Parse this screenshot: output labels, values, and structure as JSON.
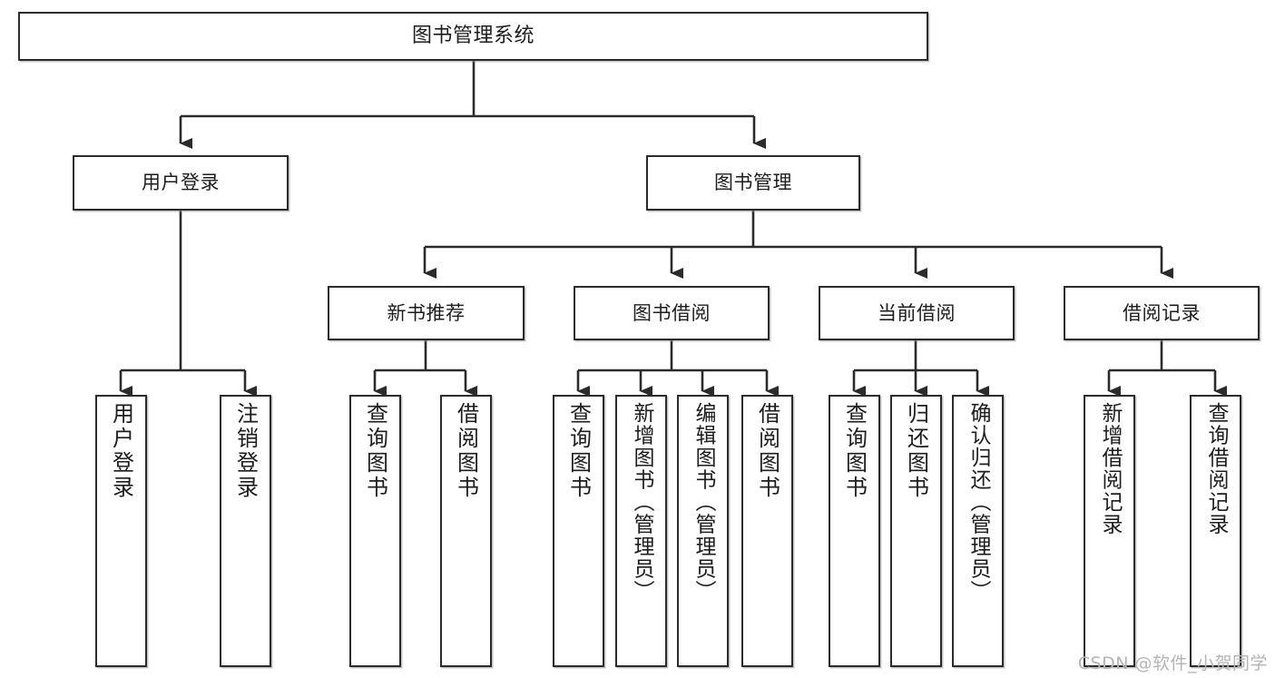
{
  "diagram": {
    "title": "图书管理系统",
    "type": "tree",
    "orientation": "top-down",
    "colors": {
      "box_border": "#2b2b2b",
      "box_fill": "#ffffff",
      "connector": "#2b2b2b",
      "background": "#ffffff",
      "watermark": "#b4b4b4"
    },
    "nodes": {
      "root": {
        "label": "图书管理系统"
      },
      "level2": [
        {
          "id": "user-login",
          "label": "用户登录"
        },
        {
          "id": "book-management",
          "label": "图书管理"
        }
      ],
      "level3": [
        {
          "id": "new-book-recommend",
          "label": "新书推荐"
        },
        {
          "id": "book-borrow",
          "label": "图书借阅"
        },
        {
          "id": "current-borrow",
          "label": "当前借阅"
        },
        {
          "id": "borrow-record",
          "label": "借阅记录"
        }
      ],
      "leaves": [
        {
          "id": "leaf-user-login",
          "label": "用户登录",
          "parent": "user-login"
        },
        {
          "id": "leaf-logout-login",
          "label": "注销登录",
          "parent": "user-login"
        },
        {
          "id": "leaf-query-book-1",
          "label": "查询图书",
          "parent": "new-book-recommend"
        },
        {
          "id": "leaf-borrow-book-1",
          "label": "借阅图书",
          "parent": "new-book-recommend"
        },
        {
          "id": "leaf-query-book-2",
          "label": "查询图书",
          "parent": "book-borrow"
        },
        {
          "id": "leaf-add-book",
          "label": "新增图书（管理员）",
          "parent": "book-borrow"
        },
        {
          "id": "leaf-edit-book",
          "label": "编辑图书（管理员）",
          "parent": "book-borrow"
        },
        {
          "id": "leaf-borrow-book-2",
          "label": "借阅图书",
          "parent": "book-borrow"
        },
        {
          "id": "leaf-query-book-3",
          "label": "查询图书",
          "parent": "current-borrow"
        },
        {
          "id": "leaf-return-book",
          "label": "归还图书",
          "parent": "current-borrow"
        },
        {
          "id": "leaf-confirm-return",
          "label": "确认归还（管理员）",
          "parent": "current-borrow"
        },
        {
          "id": "leaf-add-record",
          "label": "新增借阅记录",
          "parent": "borrow-record"
        },
        {
          "id": "leaf-query-record",
          "label": "查询借阅记录",
          "parent": "borrow-record"
        }
      ]
    },
    "watermark": "CSDN @软件_小贺同学"
  }
}
